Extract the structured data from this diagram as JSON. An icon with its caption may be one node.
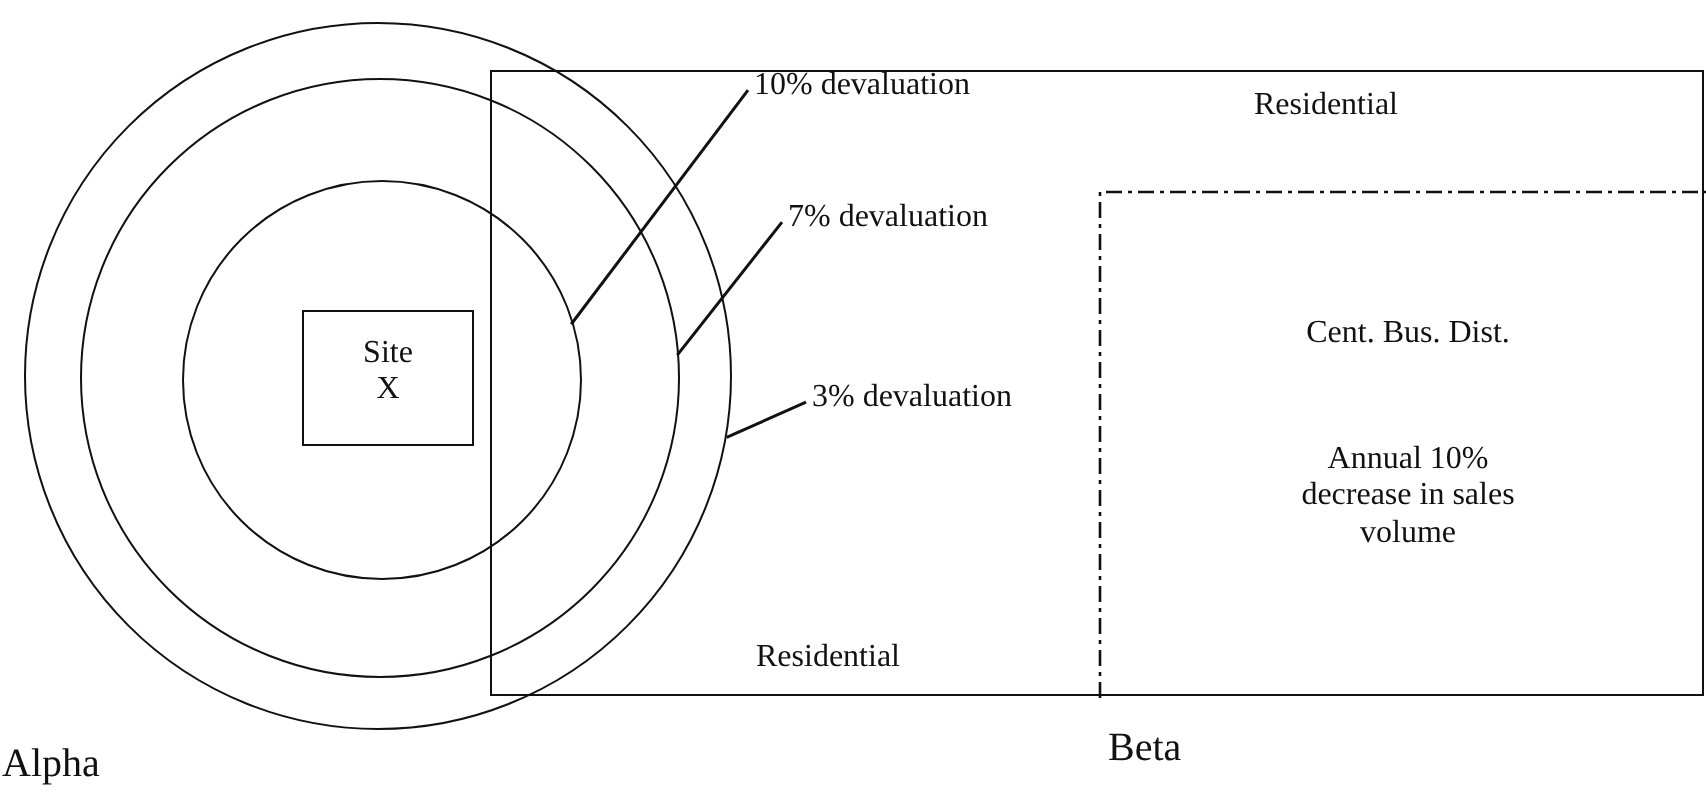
{
  "diagram": {
    "nodes": [
      {
        "text": [],
        "shape": "circle",
        "beside": [
          "Alpha"
        ]
      },
      {
        "text": [],
        "shape": "circle",
        "in": 0
      },
      {
        "text": [],
        "shape": "circle",
        "in": 1
      },
      {
        "text": [
          "Site X"
        ],
        "in": 2
      },
      {
        "text": [
          "Residential",
          "Residential"
        ],
        "beside": [
          "Beta"
        ]
      },
      {
        "text": [
          "10% devaluation"
        ],
        "in": 4
      },
      {
        "text": [
          "7% devaluation"
        ],
        "in": 4
      },
      {
        "text": [
          "3% devaluation"
        ],
        "in": 4
      },
      {
        "text": [
          "Cent. Bus. Dist.",
          "Annual 10% decrease in sales volume"
        ],
        "in": 4
      }
    ],
    "edges": [
      {
        "from": 5,
        "to": 2,
        "arrow": "none"
      },
      {
        "from": 6,
        "to": 1,
        "arrow": "none"
      },
      {
        "from": 7,
        "to": 0,
        "arrow": "none"
      }
    ]
  }
}
